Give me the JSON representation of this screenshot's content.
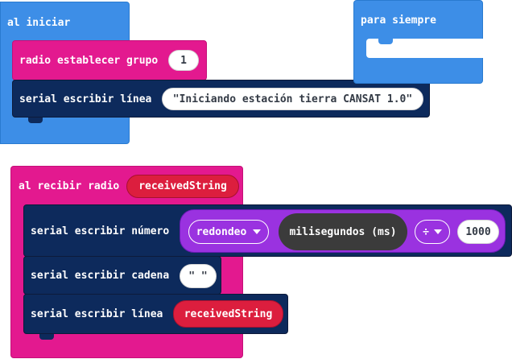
{
  "colors": {
    "basic": "#3d8ee7",
    "radio": "#e3198f",
    "serial": "#0d2a5c",
    "math": "#9a32e0",
    "variable": "#dc1e3e",
    "reporter_dark": "#3b3b3b"
  },
  "on_start": {
    "label": "al iniciar",
    "radio_set_group": {
      "label": "radio establecer grupo",
      "value": "1"
    },
    "serial_write_line": {
      "label": "serial escribir línea",
      "text": "\"Iniciando estación tierra CANSAT 1.0\""
    }
  },
  "forever": {
    "label": "para siempre"
  },
  "on_radio_received": {
    "label": "al recibir radio",
    "param": "receivedString",
    "write_number": {
      "label": "serial escribir número",
      "round_op": "redondeo",
      "millis": "milisegundos (ms)",
      "divide_op": "÷",
      "divisor": "1000"
    },
    "write_string": {
      "label": "serial escribir cadena",
      "text": "\" \""
    },
    "write_line": {
      "label": "serial escribir línea",
      "var": "receivedString"
    }
  }
}
